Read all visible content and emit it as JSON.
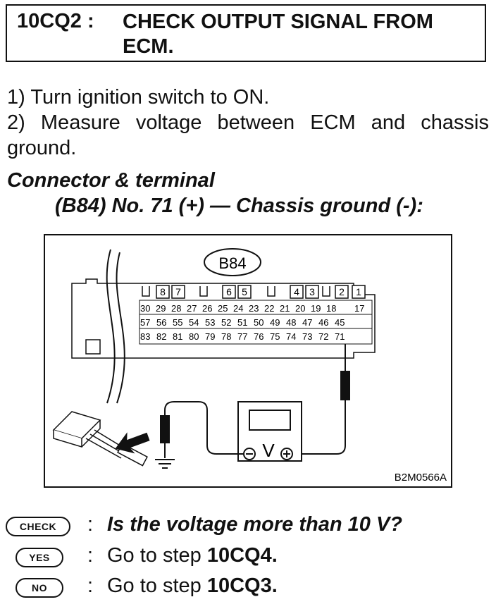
{
  "header": {
    "step_id": "10CQ2 :",
    "title": "CHECK OUTPUT SIGNAL FROM ECM."
  },
  "instructions": [
    "1) Turn ignition switch to ON.",
    "2) Measure voltage between ECM and chassis",
    "ground."
  ],
  "connector": {
    "label": "Connector & terminal",
    "detail": "(B84) No. 71 (+) — Chassis ground (-):"
  },
  "figure": {
    "connector_id": "B84",
    "code": "B2M0566A",
    "meter_symbol": "V",
    "top_pins": [
      "8",
      "7",
      "6",
      "5",
      "4",
      "3",
      "2",
      "1"
    ],
    "row1": [
      "30",
      "29",
      "28",
      "27",
      "26",
      "25",
      "24",
      "23",
      "22",
      "21",
      "20",
      "19",
      "18",
      "17"
    ],
    "row2": [
      "57",
      "56",
      "55",
      "54",
      "53",
      "52",
      "51",
      "50",
      "49",
      "48",
      "47",
      "46",
      "45"
    ],
    "row3": [
      "83",
      "82",
      "81",
      "80",
      "79",
      "78",
      "77",
      "76",
      "75",
      "74",
      "73",
      "72",
      "71"
    ]
  },
  "check": {
    "check_badge": "CHECK",
    "question": "Is the voltage more than 10 V?",
    "yes_badge": "YES",
    "yes_text": "Go to step ",
    "yes_step": "10CQ4.",
    "no_badge": "NO",
    "no_text": "Go to step ",
    "no_step": "10CQ3.",
    "colon": ":"
  }
}
